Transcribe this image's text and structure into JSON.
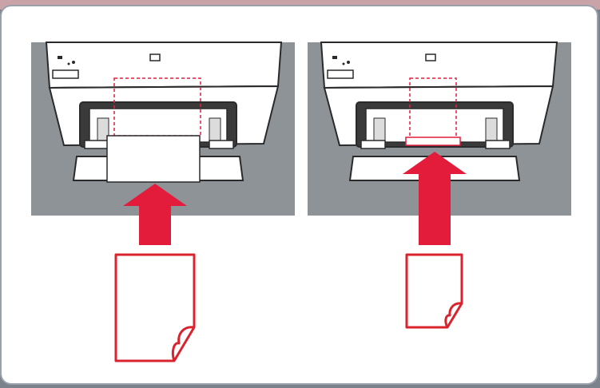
{
  "colors": {
    "accent_red": "#e41c3c",
    "outline_red": "#d9232e",
    "photo_bg": "#8e9398",
    "printer_body": "#ffffff",
    "printer_dark": "#2a2a2a",
    "frame_border": "#9aa1a9"
  },
  "panels": [
    {
      "id": "left",
      "icon": "printer-with-large-paper-inserted",
      "arrow": "upward-feed-arrow",
      "sheet": "large-paper-sheet-icon"
    },
    {
      "id": "right",
      "icon": "printer-with-small-paper-inserted",
      "arrow": "upward-feed-arrow",
      "sheet": "small-paper-sheet-icon"
    }
  ]
}
